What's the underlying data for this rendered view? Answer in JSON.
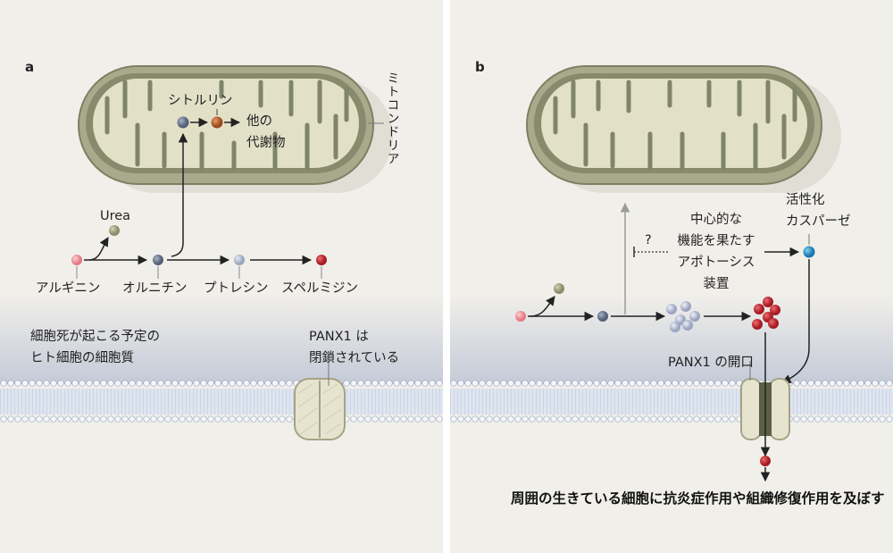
{
  "panel_a": {
    "letter": "a",
    "mitochondria": "ミトコンドリア",
    "citrulline": "シトルリン",
    "other_metabolites": [
      "他の",
      "代謝物"
    ],
    "urea": "Urea",
    "arginine": "アルギニン",
    "ornithine": "オルニチン",
    "putrescine": "プトレシン",
    "spermidine": "スペルミジン",
    "cell_label": [
      "細胞死が起こる予定の",
      "ヒト細胞の細胞質"
    ],
    "panx1_closed": [
      "PANX1 は",
      "閉鎖されている"
    ]
  },
  "panel_b": {
    "letter": "b",
    "caspase": [
      "活性化",
      "カスパーゼ"
    ],
    "apoptosis_machinery": [
      "中心的な",
      "機能を果たす",
      "アポトーシス",
      "装置"
    ],
    "question": "?",
    "panx1_open": "PANX1 の開口",
    "effect": "周囲の生きている細胞に抗炎症作用や組織修復作用を及ぼす"
  },
  "colors": {
    "background": "#f1efea",
    "mito_outer": "#b7b79a",
    "mito_inner": "#707257",
    "arginine": "#f08c92",
    "ornithine": "#6b778c",
    "citrulline": "#b35a28",
    "putrescine": "#b9c2d9",
    "spermidine": "#c0262c",
    "urea": "#a09e80",
    "caspase": "#1f8fc6"
  }
}
